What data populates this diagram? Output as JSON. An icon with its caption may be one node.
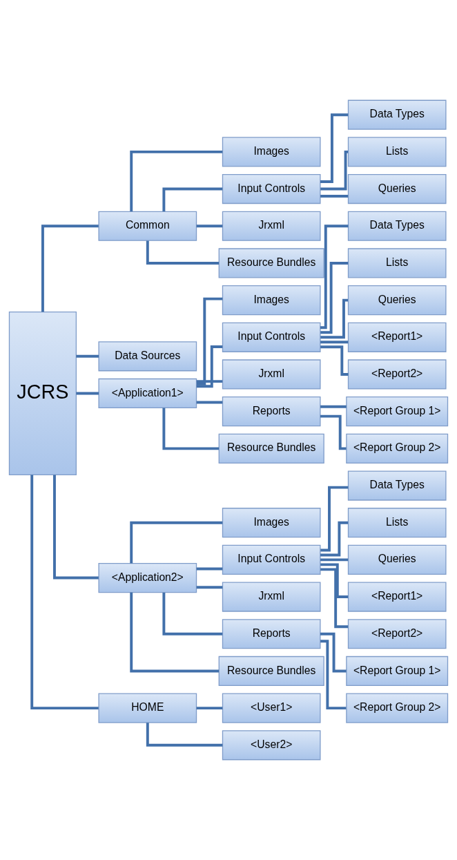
{
  "diagram": {
    "nodes": [
      {
        "text": [
          "JCRS"
        ]
      },
      {
        "text": [
          "Common"
        ]
      },
      {
        "text": [
          "Images"
        ]
      },
      {
        "text": [
          "Input Controls"
        ]
      },
      {
        "text": [
          "Data Types"
        ]
      },
      {
        "text": [
          "Lists"
        ]
      },
      {
        "text": [
          "Queries"
        ]
      },
      {
        "text": [
          "Jrxml"
        ]
      },
      {
        "text": [
          "Resource Bundles"
        ]
      },
      {
        "text": [
          "Data Sources"
        ]
      },
      {
        "text": [
          "<Application1>"
        ]
      },
      {
        "text": [
          "Images"
        ]
      },
      {
        "text": [
          "Input Controls"
        ]
      },
      {
        "text": [
          "Data Types"
        ]
      },
      {
        "text": [
          "Lists"
        ]
      },
      {
        "text": [
          "Queries"
        ]
      },
      {
        "text": [
          "<Report1>"
        ]
      },
      {
        "text": [
          "<Report2>"
        ]
      },
      {
        "text": [
          "Jrxml"
        ]
      },
      {
        "text": [
          "Reports"
        ]
      },
      {
        "text": [
          "<Report Group 1>"
        ]
      },
      {
        "text": [
          "<Report Group 2>"
        ]
      },
      {
        "text": [
          "Resource Bundles"
        ]
      },
      {
        "text": [
          "<Application2>"
        ]
      },
      {
        "text": [
          "Images"
        ]
      },
      {
        "text": [
          "Input Controls"
        ]
      },
      {
        "text": [
          "Data Types"
        ]
      },
      {
        "text": [
          "Lists"
        ]
      },
      {
        "text": [
          "Queries"
        ]
      },
      {
        "text": [
          "<Report1>"
        ]
      },
      {
        "text": [
          "<Report2>"
        ]
      },
      {
        "text": [
          "Jrxml"
        ]
      },
      {
        "text": [
          "Reports"
        ]
      },
      {
        "text": [
          "<Report Group 1>"
        ]
      },
      {
        "text": [
          "<Report Group 2>"
        ]
      },
      {
        "text": [
          "Resource Bundles"
        ]
      },
      {
        "text": [
          "HOME"
        ]
      },
      {
        "text": [
          "<User1>"
        ]
      },
      {
        "text": [
          "<User2>"
        ]
      }
    ],
    "edges": [
      {
        "from": 0,
        "to": 1,
        "arrow": "none"
      },
      {
        "from": 1,
        "to": 2,
        "arrow": "none"
      },
      {
        "from": 1,
        "to": 3,
        "arrow": "none"
      },
      {
        "from": 3,
        "to": 4,
        "arrow": "none"
      },
      {
        "from": 3,
        "to": 5,
        "arrow": "none"
      },
      {
        "from": 3,
        "to": 6,
        "arrow": "none"
      },
      {
        "from": 1,
        "to": 7,
        "arrow": "none"
      },
      {
        "from": 1,
        "to": 8,
        "arrow": "none"
      },
      {
        "from": 0,
        "to": 9,
        "arrow": "none"
      },
      {
        "from": 0,
        "to": 10,
        "arrow": "none"
      },
      {
        "from": 10,
        "to": 11,
        "arrow": "none"
      },
      {
        "from": 10,
        "to": 12,
        "arrow": "none"
      },
      {
        "from": 12,
        "to": 13,
        "arrow": "none"
      },
      {
        "from": 12,
        "to": 14,
        "arrow": "none"
      },
      {
        "from": 12,
        "to": 15,
        "arrow": "none"
      },
      {
        "from": 12,
        "to": 16,
        "arrow": "none"
      },
      {
        "from": 12,
        "to": 17,
        "arrow": "none"
      },
      {
        "from": 10,
        "to": 18,
        "arrow": "none"
      },
      {
        "from": 10,
        "to": 19,
        "arrow": "none"
      },
      {
        "from": 19,
        "to": 20,
        "arrow": "none"
      },
      {
        "from": 19,
        "to": 21,
        "arrow": "none"
      },
      {
        "from": 10,
        "to": 22,
        "arrow": "none"
      },
      {
        "from": 0,
        "to": 23,
        "arrow": "none"
      },
      {
        "from": 23,
        "to": 24,
        "arrow": "none"
      },
      {
        "from": 23,
        "to": 25,
        "arrow": "none"
      },
      {
        "from": 25,
        "to": 26,
        "arrow": "none"
      },
      {
        "from": 25,
        "to": 27,
        "arrow": "none"
      },
      {
        "from": 25,
        "to": 28,
        "arrow": "none"
      },
      {
        "from": 25,
        "to": 29,
        "arrow": "none"
      },
      {
        "from": 25,
        "to": 30,
        "arrow": "none"
      },
      {
        "from": 23,
        "to": 31,
        "arrow": "none"
      },
      {
        "from": 23,
        "to": 32,
        "arrow": "none"
      },
      {
        "from": 32,
        "to": 33,
        "arrow": "none"
      },
      {
        "from": 32,
        "to": 34,
        "arrow": "none"
      },
      {
        "from": 23,
        "to": 35,
        "arrow": "none"
      },
      {
        "from": 0,
        "to": 36,
        "arrow": "none"
      },
      {
        "from": 36,
        "to": 37,
        "arrow": "none"
      },
      {
        "from": 36,
        "to": 38,
        "arrow": "none"
      }
    ]
  }
}
